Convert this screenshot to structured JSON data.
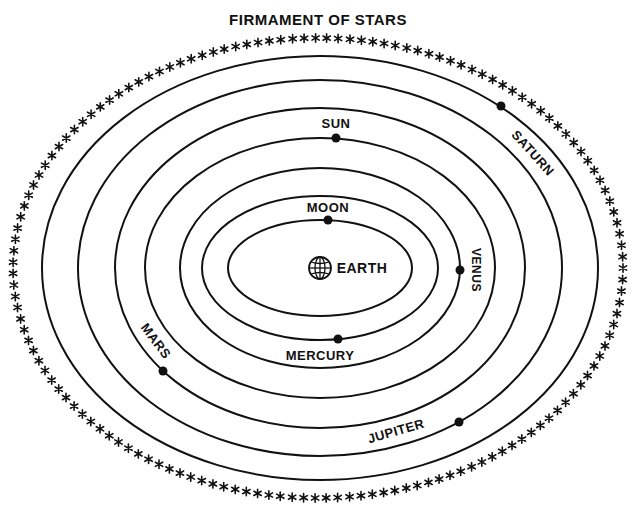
{
  "diagram": {
    "labels": [
      "FIRMAMENT OF STARS",
      "SUN",
      "SATURN",
      "MOON",
      "EARTH",
      "VENUS",
      "MERCURY",
      "MARS",
      "JUPITER"
    ]
  }
}
